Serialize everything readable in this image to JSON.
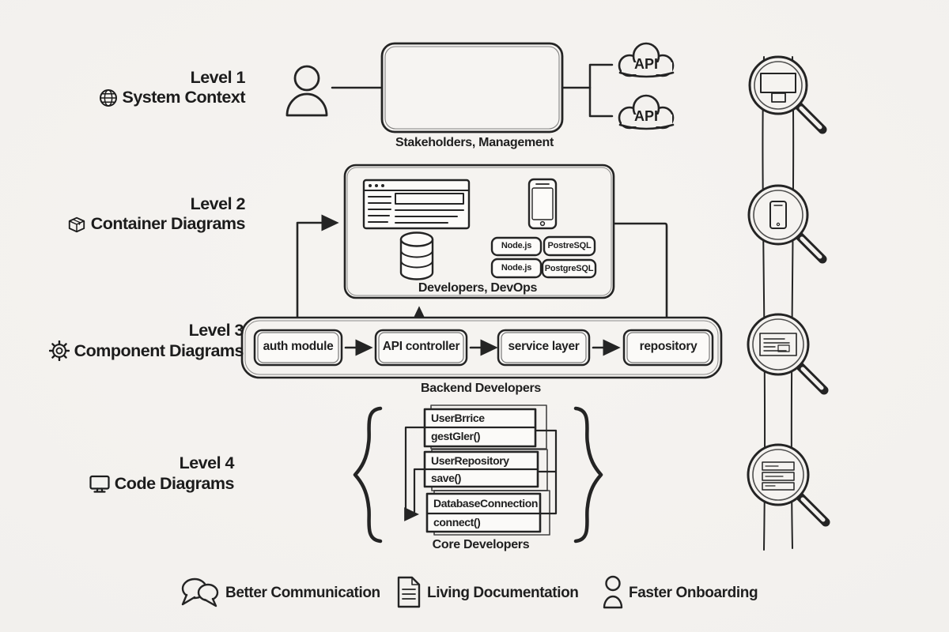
{
  "colors": {
    "paper": "#f3f1ee",
    "ink": "#242424"
  },
  "levels": [
    {
      "level": "Level 1",
      "name": "System Context",
      "icon": "globe-icon",
      "caption": "Stakeholders, Management"
    },
    {
      "level": "Level 2",
      "name": "Container Diagrams",
      "icon": "package-icon",
      "caption": "Developers, DevOps"
    },
    {
      "level": "Level 3",
      "name": "Component Diagrams",
      "icon": "gear-icon",
      "caption": "Backend Developers"
    },
    {
      "level": "Level 4",
      "name": "Code Diagrams",
      "icon": "monitor-icon",
      "caption": "Core Developers"
    }
  ],
  "level1": {
    "api_top": "API",
    "api_bottom": "API"
  },
  "level2": {
    "badges": [
      "Node.js",
      "PostreSQL",
      "Node.js",
      "PostgreSQL"
    ]
  },
  "level3": {
    "components": [
      "auth module",
      "API controller",
      "service layer",
      "repository"
    ]
  },
  "level4": {
    "classes": [
      {
        "name": "UserBrrice",
        "method": "gestGler()"
      },
      {
        "name": "UserRepository",
        "method": "save()"
      },
      {
        "name": "DatabaseConnection",
        "method": "connect()"
      }
    ]
  },
  "benefits": [
    {
      "icon": "speech-bubbles-icon",
      "label": "Better Communication"
    },
    {
      "icon": "document-icon",
      "label": "Living Documentation"
    },
    {
      "icon": "person-icon",
      "label": "Faster Onboarding"
    }
  ]
}
